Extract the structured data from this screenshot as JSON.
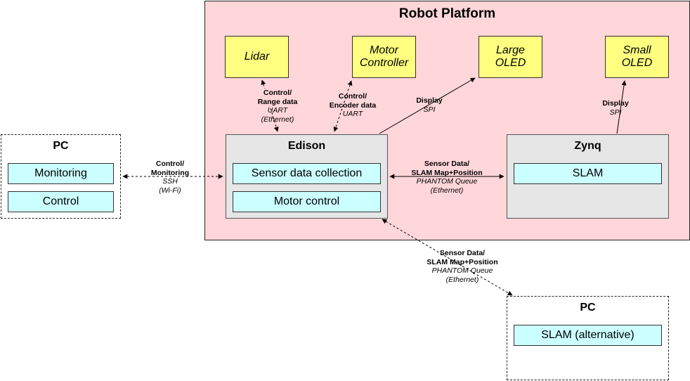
{
  "platform": {
    "title": "Robot Platform"
  },
  "peripherals": {
    "lidar": [
      "Lidar"
    ],
    "motor_controller": [
      "Motor",
      "Controller"
    ],
    "large_oled": [
      "Large",
      "OLED"
    ],
    "small_oled": [
      "Small",
      "OLED"
    ]
  },
  "edison": {
    "title": "Edison",
    "items": [
      "Sensor data collection",
      "Motor control"
    ]
  },
  "zynq": {
    "title": "Zynq",
    "items": [
      "SLAM"
    ]
  },
  "pc_left": {
    "title": "PC",
    "items": [
      "Monitoring",
      "Control"
    ]
  },
  "pc_right": {
    "title": "PC",
    "items": [
      "SLAM (alternative)"
    ]
  },
  "links": {
    "lidar": {
      "bold": [
        "Control/",
        "Range data"
      ],
      "italic": [
        "UART",
        "(Ethernet)"
      ]
    },
    "motor": {
      "bold": [
        "Control/",
        "Encoder data"
      ],
      "italic": [
        "UART"
      ]
    },
    "large_oled": {
      "bold": [
        "Display"
      ],
      "italic": [
        "SPI"
      ]
    },
    "small_oled": {
      "bold": [
        "Display"
      ],
      "italic": [
        "SPI"
      ]
    },
    "edison_zynq": {
      "bold": [
        "Sensor Data/",
        "SLAM Map+Position"
      ],
      "italic": [
        "PHANTOM Queue",
        "(Ethernet)"
      ]
    },
    "pc_left": {
      "bold": [
        "Control/",
        "Monitoring"
      ],
      "italic": [
        "SSH",
        "(Wi-Fi)"
      ]
    },
    "pc_right": {
      "bold": [
        "Sensor Data/",
        "SLAM Map+Position"
      ],
      "italic": [
        "PHANTOM Queue",
        "(Ethernet)"
      ]
    }
  },
  "colors": {
    "platform_fill": "#ffd6d9",
    "peripheral_fill": "#ffff80",
    "processor_fill": "#e6e6e6",
    "component_fill": "#ccffff"
  }
}
